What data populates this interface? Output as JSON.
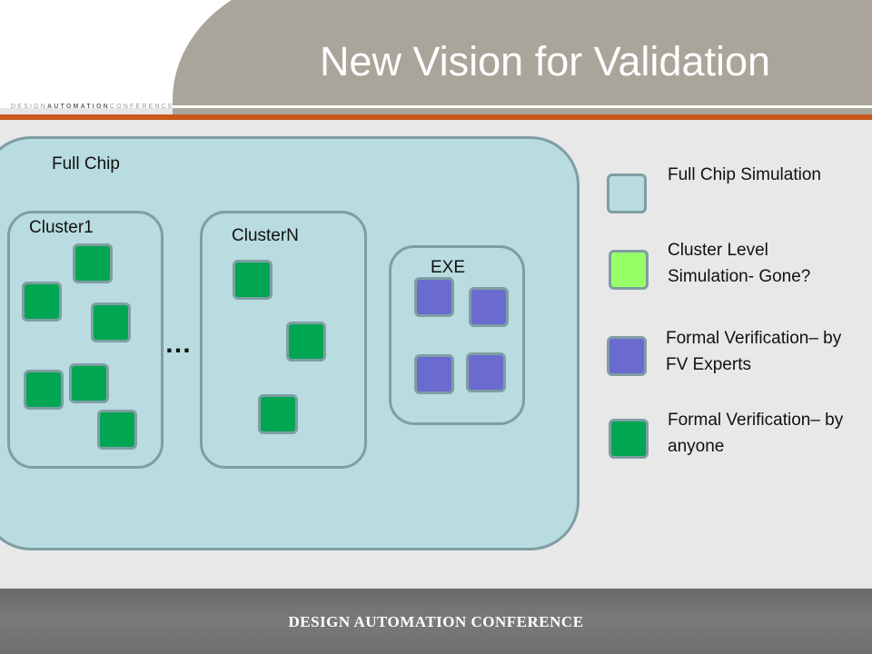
{
  "slide": {
    "title": "New Vision for Validation",
    "header_brand": {
      "part1": "DESIGN",
      "part2": "AUTOMATION",
      "part3": "CONFERENCE"
    },
    "footer_brand": "DESIGN AUTOMATION CONFERENCE"
  },
  "diagram": {
    "full_chip_label": "Full Chip",
    "cluster1_label": "Cluster1",
    "clusterN_label": "ClusterN",
    "exe_label": "EXE",
    "ellipsis": "…"
  },
  "legend": {
    "items": [
      {
        "text": "Full Chip Simulation",
        "color": "#b8dcdf"
      },
      {
        "text": "Cluster Level Simulation- Gone?",
        "color": "#99ff66"
      },
      {
        "text": "Formal Verification– by FV Experts",
        "color": "#6a6acf"
      },
      {
        "text": "Formal Verification– by anyone",
        "color": "#00a651"
      }
    ]
  },
  "colors": {
    "fv_anyone": "#00a651",
    "fv_experts": "#6a6acf",
    "full_chip": "#b8dcdf",
    "cluster_level": "#99ff66",
    "accent_line": "#c8581c",
    "header_arc": "#aaa59a"
  }
}
